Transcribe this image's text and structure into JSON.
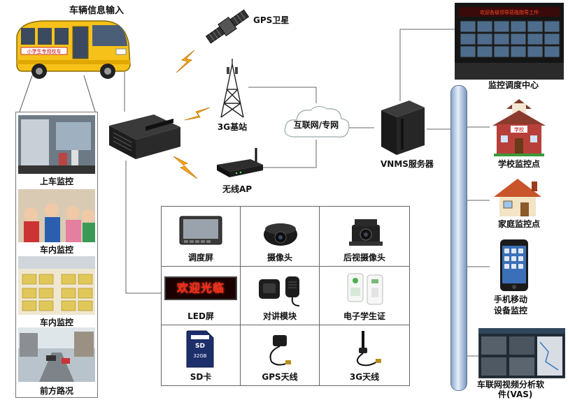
{
  "bus": {
    "title": "车辆信息输入",
    "banner": "小学生专用校车"
  },
  "satellite": {
    "label": "GPS卫星"
  },
  "tower": {
    "label": "3G基站"
  },
  "router": {
    "label": "无线AP"
  },
  "cloud": {
    "label": "互联网/专网"
  },
  "server": {
    "label": "VNMS服务器"
  },
  "control_center": {
    "label": "监控调度中心",
    "banner": "欢迎各级领导莅临指导工作"
  },
  "school": {
    "label": "学校监控点",
    "sign": "学校"
  },
  "home": {
    "label": "家庭监控点"
  },
  "phone": {
    "label_line1": "手机移动",
    "label_line2": "设备监控"
  },
  "vas": {
    "label_line1": "车联网视频分析软",
    "label_line2": "件(VAS)"
  },
  "left_photos": [
    {
      "label": "上车监控"
    },
    {
      "label": "车内监控"
    },
    {
      "label": "车内监控"
    },
    {
      "label": "前方路况"
    }
  ],
  "devices": [
    {
      "label": "调度屏"
    },
    {
      "label": "摄像头"
    },
    {
      "label": "后视摄像头"
    },
    {
      "label": "LED屏",
      "display": "欢迎光临"
    },
    {
      "label": "对讲模块"
    },
    {
      "label": "电子学生证"
    },
    {
      "label": "SD卡",
      "card_text": "32GB"
    },
    {
      "label": "GPS天线"
    },
    {
      "label": "3G天线"
    }
  ],
  "colors": {
    "pipe": "#8aa6c8",
    "bus": "#f6c21a",
    "led_text": "#ff2b1a",
    "lightning": "#f5a623"
  }
}
